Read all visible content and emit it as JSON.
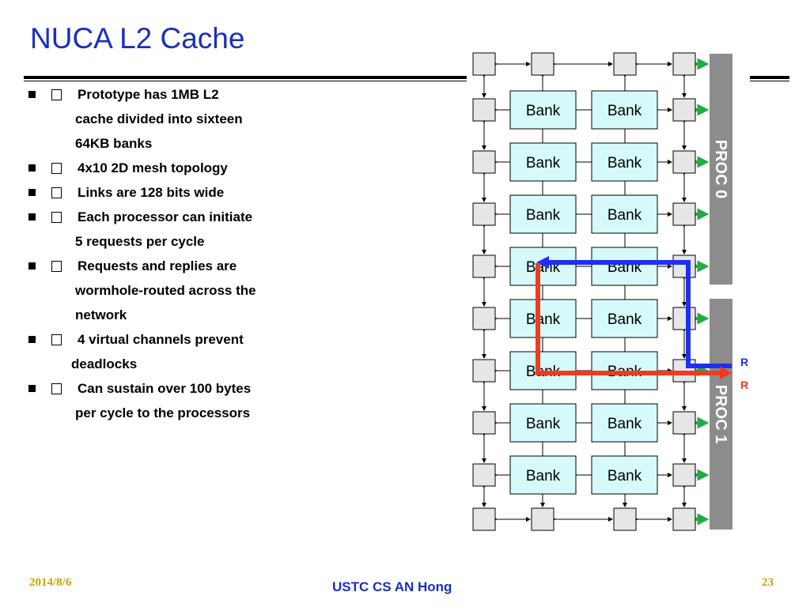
{
  "slide": {
    "title": "NUCA L2 Cache",
    "bullets": [
      {
        "lines": [
          "Prototype has 1MB L2",
          "cache divided into sixteen",
          "64KB banks"
        ]
      },
      {
        "lines": [
          "4x10 2D mesh topology"
        ]
      },
      {
        "lines": [
          "Links are 128 bits wide"
        ]
      },
      {
        "lines": [
          "Each processor can initiate",
          "5 requests per cycle"
        ]
      },
      {
        "lines": [
          "Requests and replies are",
          "wormhole-routed across the",
          "network"
        ]
      },
      {
        "lines": [
          "4 virtual channels prevent",
          "deadlocks"
        ]
      },
      {
        "lines": [
          "Can sustain over 100 bytes",
          "per cycle to the processors"
        ]
      }
    ]
  },
  "diagram": {
    "bank_label": "Bank",
    "proc0_label": "PROC 0",
    "proc1_label": "PROC 1",
    "reply_marker": "R",
    "request_marker": "R",
    "colors": {
      "bank_fill": "#d6fafa",
      "router_fill": "#e6e6e6",
      "proc_bar": "#8c8c8c",
      "blue_path": "#1f2ff0",
      "red_path": "#f03c1e",
      "green_arrows": "#22aa44"
    }
  },
  "footer": {
    "date": "2014/8/6",
    "center": "USTC CS AN Hong",
    "page": "23"
  }
}
